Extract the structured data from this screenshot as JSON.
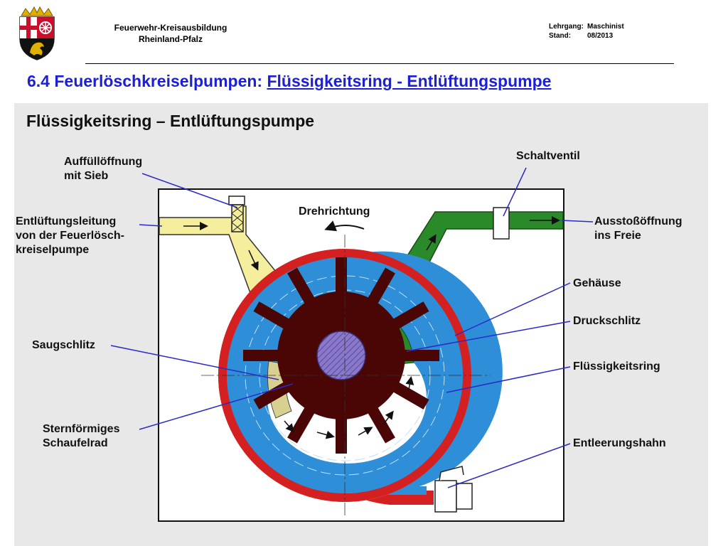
{
  "header": {
    "org_line1": "Feuerwehr-Kreisausbildung",
    "org_line2": "Rheinland-Pfalz",
    "course_key": "Lehrgang:",
    "course_value": "Maschinist",
    "status_key": "Stand:",
    "status_value": "08/2013"
  },
  "slide": {
    "title_prefix": "6.4 Feuerlöschkreiselpumpen: ",
    "title_link": "Flüssigkeitsring - Entlüftungspumpe"
  },
  "figure": {
    "title": "Flüssigkeitsring – Entlüftungspumpe",
    "rotation_label": "Drehrichtung",
    "labels": {
      "fill_opening_1": "Auffüllöffnung",
      "fill_opening_2": "mit Sieb",
      "vent_line_1": "Entlüftungsleitung",
      "vent_line_2": "von der Feuerlösch-",
      "vent_line_3": "kreiselpumpe",
      "switch_valve": "Schaltventil",
      "outlet_1": "Ausstoßöffnung",
      "outlet_2": "ins Freie",
      "housing": "Gehäuse",
      "pressure_slot": "Druckschlitz",
      "suction_slot": "Saugschlitz",
      "liquid_ring": "Flüssigkeitsring",
      "impeller_1": "Sternförmiges",
      "impeller_2": "Schaufelrad",
      "drain_cock": "Entleerungshahn"
    },
    "colors": {
      "water": "#2e8fd8",
      "housing": "#d42020",
      "impeller": "#4a0505",
      "hub": "#8a78c8",
      "intake": "#f5ee9c",
      "outlet": "#2a8a2a",
      "leader": "#2a2ac8"
    }
  }
}
